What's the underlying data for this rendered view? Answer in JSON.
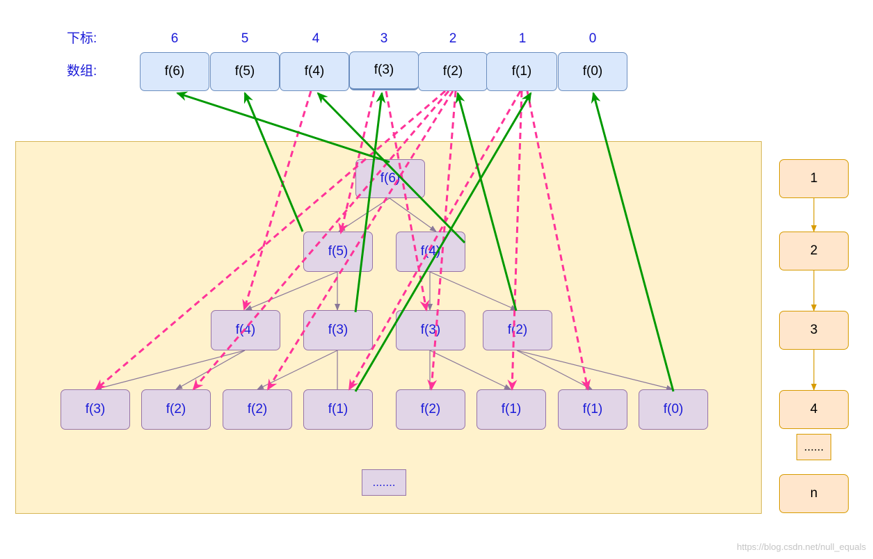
{
  "labels": {
    "index_label": "下标:",
    "array_label": "数组:"
  },
  "array": {
    "indices": [
      "6",
      "5",
      "4",
      "3",
      "2",
      "1",
      "0"
    ],
    "cells": [
      "f(6)",
      "f(5)",
      "f(4)",
      "f(3)",
      "f(2)",
      "f(1)",
      "f(0)"
    ]
  },
  "tree": {
    "nodes": [
      "f(6)",
      "f(5)",
      "f(4)",
      "f(4)",
      "f(3)",
      "f(3)",
      "f(2)",
      "f(3)",
      "f(2)",
      "f(2)",
      "f(1)",
      "f(2)",
      "f(1)",
      "f(1)",
      "f(0)"
    ],
    "more": "......."
  },
  "sequence": {
    "steps": [
      "1",
      "2",
      "3",
      "4",
      "n"
    ],
    "more": "......"
  },
  "watermark": "https://blog.csdn.net/null_equals",
  "colors": {
    "array_fill": "#dae8fc",
    "array_stroke": "#6c8ebf",
    "panel_fill": "#fff2cc",
    "panel_stroke": "#d6b656",
    "node_fill": "#e1d5e7",
    "node_stroke": "#9673a6",
    "seq_fill": "#ffe6cc",
    "seq_stroke": "#d79b00",
    "write_arrow": "#009900",
    "read_arrow": "#ff3399",
    "label_text": "#1a1ad8"
  }
}
